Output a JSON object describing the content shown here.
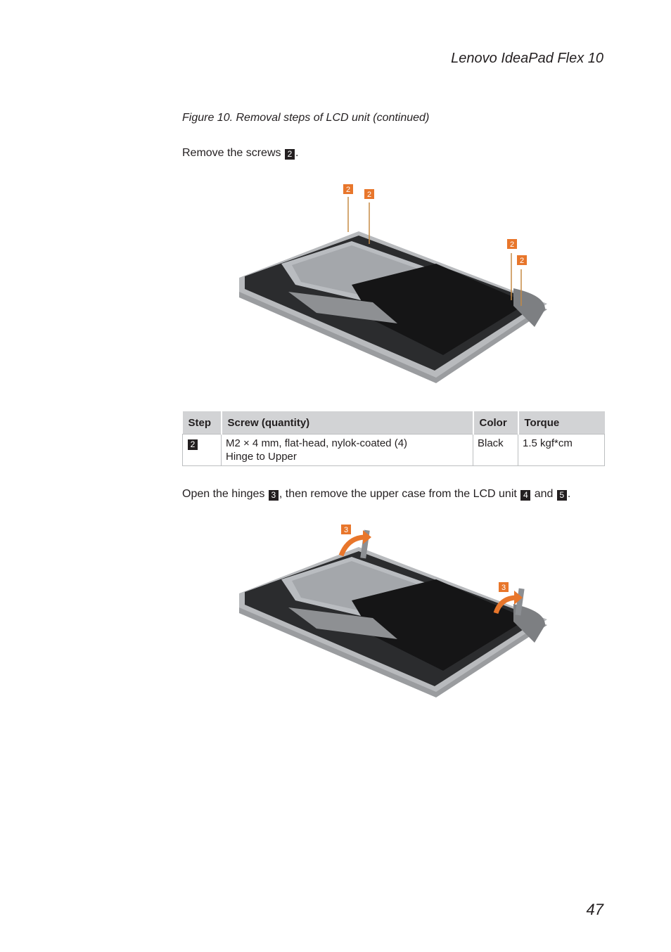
{
  "header": {
    "title": "Lenovo IdeaPad Flex 10"
  },
  "figure_caption": "Figure 10. Removal steps of LCD unit (continued)",
  "step1": {
    "text_before": "Remove the screws ",
    "badge": "2",
    "text_after": "."
  },
  "figure1": {
    "callouts": [
      "2",
      "2",
      "2",
      "2"
    ]
  },
  "table": {
    "headers": [
      "Step",
      "Screw (quantity)",
      "Color",
      "Torque"
    ],
    "rows": [
      {
        "step": "2",
        "screw_line1": "M2 × 4 mm, flat-head, nylok-coated (4)",
        "screw_line2": "Hinge to Upper",
        "color": "Black",
        "torque": "1.5 kgf*cm"
      }
    ]
  },
  "step2": {
    "text1": "Open the hinges ",
    "badge1": "3",
    "text2": ", then remove the upper case from the LCD unit ",
    "badge2": "4",
    "text3": " and ",
    "badge3": "5",
    "text4": "."
  },
  "figure2": {
    "callouts": [
      "3",
      "3"
    ]
  },
  "page_number": "47",
  "colors": {
    "callout": "#e8762b",
    "badge": "#231f20",
    "table_header": "#d2d3d5"
  }
}
